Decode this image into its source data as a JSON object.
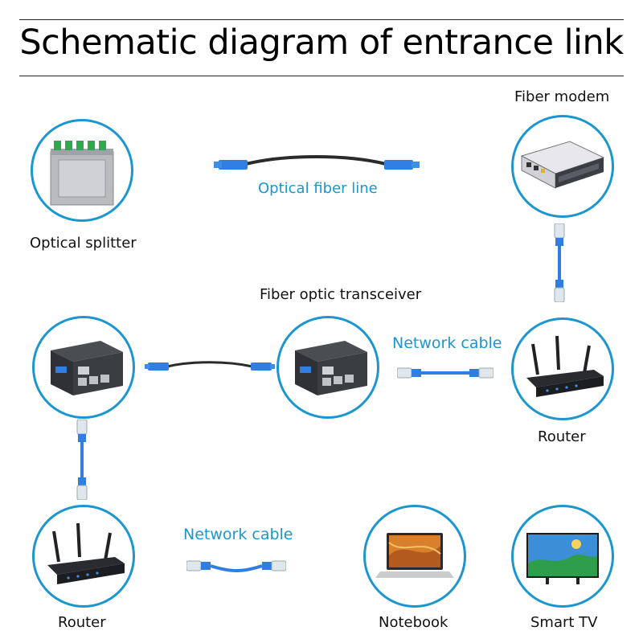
{
  "title": "Schematic diagram of entrance link",
  "labels": {
    "fiber_modem": "Fiber modem",
    "optical_splitter": "Optical splitter",
    "optical_fiber_line": "Optical fiber line",
    "fiber_optic_transceiver": "Fiber optic transceiver",
    "network_cable_1": "Network cable",
    "router_right": "Router",
    "network_cable_2": "Network cable",
    "router_left": "Router",
    "notebook": "Notebook",
    "smart_tv": "Smart TV"
  },
  "colors": {
    "accent": "#1b96cf",
    "cable_blue": "#2f7ee0",
    "text": "#111111"
  }
}
